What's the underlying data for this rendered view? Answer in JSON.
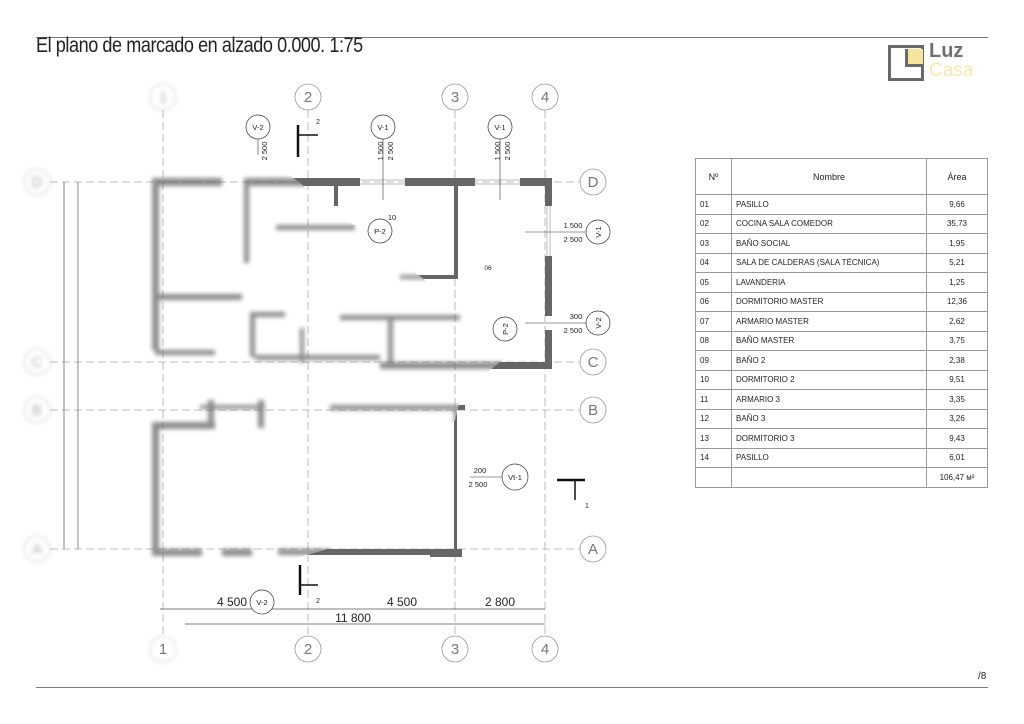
{
  "title": "El plano de marcado en alzado 0.000. 1:75",
  "logo": {
    "line1": "Luz",
    "line2": "Casa",
    "accent": "#f6e49a"
  },
  "page_number": "/8",
  "table": {
    "headers": [
      "Nº",
      "Nombre",
      "Área"
    ],
    "rows": [
      [
        "01",
        "PASILLO",
        "9,66"
      ],
      [
        "02",
        "COCINA SALA COMEDOR",
        "35,73"
      ],
      [
        "03",
        "BAÑO SOCIAL",
        "1,95"
      ],
      [
        "04",
        "SALA DE CALDERAS (SALA TÉCNICA)",
        "5,21"
      ],
      [
        "05",
        "LAVANDERIA",
        "1,25"
      ],
      [
        "06",
        "DORMITORIO MASTER",
        "12,36"
      ],
      [
        "07",
        "ARMARIO MASTER",
        "2,62"
      ],
      [
        "08",
        "BAÑO MASTER",
        "3,75"
      ],
      [
        "09",
        "BAÑO 2",
        "2,38"
      ],
      [
        "10",
        "DORMITORIO 2",
        "9,51"
      ],
      [
        "11",
        "ARMARIO 3",
        "3,35"
      ],
      [
        "12",
        "BAÑO 3",
        "3,26"
      ],
      [
        "13",
        "DORMITORIO 3",
        "9,43"
      ],
      [
        "14",
        "PASILLO",
        "6,01"
      ]
    ],
    "total": "106,47 м²"
  },
  "plan": {
    "grid_cols": [
      "1",
      "2",
      "3",
      "4"
    ],
    "grid_rows": [
      "D",
      "C",
      "B",
      "A"
    ],
    "tags": {
      "v1": "V-1",
      "v2": "V-2",
      "p2": "P-2",
      "vt1": "Vt-1"
    },
    "dims": {
      "d1500": "1 500",
      "d2500": "2 500",
      "d300": "300",
      "d200": "200",
      "d4500": "4 500",
      "d2800": "2 800",
      "d11800": "11 800"
    },
    "room_06": "06",
    "room_10": "10",
    "section_1": "1",
    "section_2": "2"
  }
}
